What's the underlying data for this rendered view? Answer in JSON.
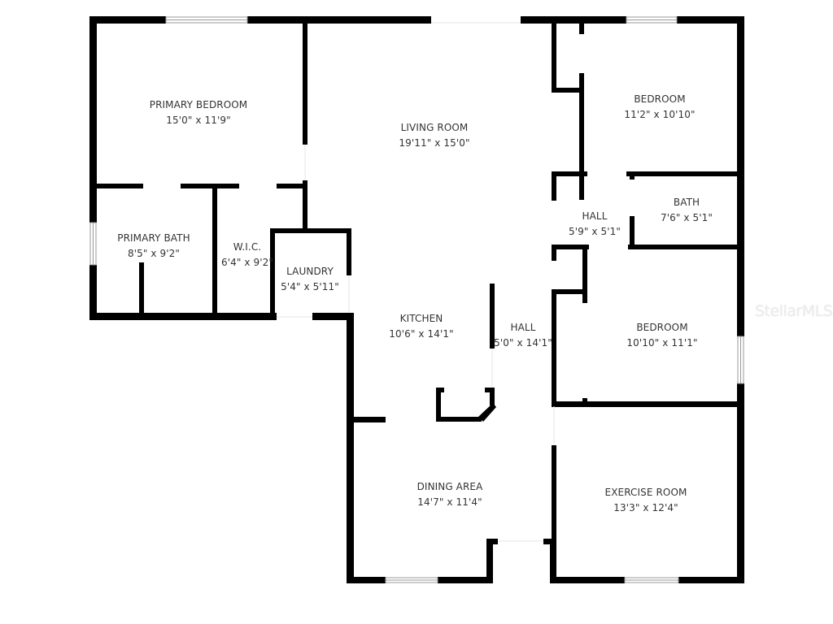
{
  "floorplan": {
    "rooms": [
      {
        "name": "PRIMARY BEDROOM",
        "dimensions": "15'0\" x 11'9\""
      },
      {
        "name": "LIVING ROOM",
        "dimensions": "19'11\" x 15'0\""
      },
      {
        "name": "BEDROOM",
        "dimensions": "11'2\" x 10'10\""
      },
      {
        "name": "BATH",
        "dimensions": "7'6\" x 5'1\""
      },
      {
        "name": "HALL",
        "dimensions": "5'9\" x 5'1\""
      },
      {
        "name": "PRIMARY BATH",
        "dimensions": "8'5\" x 9'2\""
      },
      {
        "name": "W.I.C.",
        "dimensions": "6'4\" x 9'2\""
      },
      {
        "name": "LAUNDRY",
        "dimensions": "5'4\" x 5'11\""
      },
      {
        "name": "KITCHEN",
        "dimensions": "10'6\" x 14'1\""
      },
      {
        "name": "HALL",
        "dimensions": "5'0\" x 14'1\""
      },
      {
        "name": "BEDROOM",
        "dimensions": "10'10\" x 11'1\""
      },
      {
        "name": "DINING AREA",
        "dimensions": "14'7\" x 11'4\""
      },
      {
        "name": "EXERCISE ROOM",
        "dimensions": "13'3\" x 12'4\""
      }
    ],
    "watermark": "StellarMLS",
    "colors": {
      "wall": "#000000",
      "text": "#333333",
      "background": "#ffffff"
    }
  }
}
